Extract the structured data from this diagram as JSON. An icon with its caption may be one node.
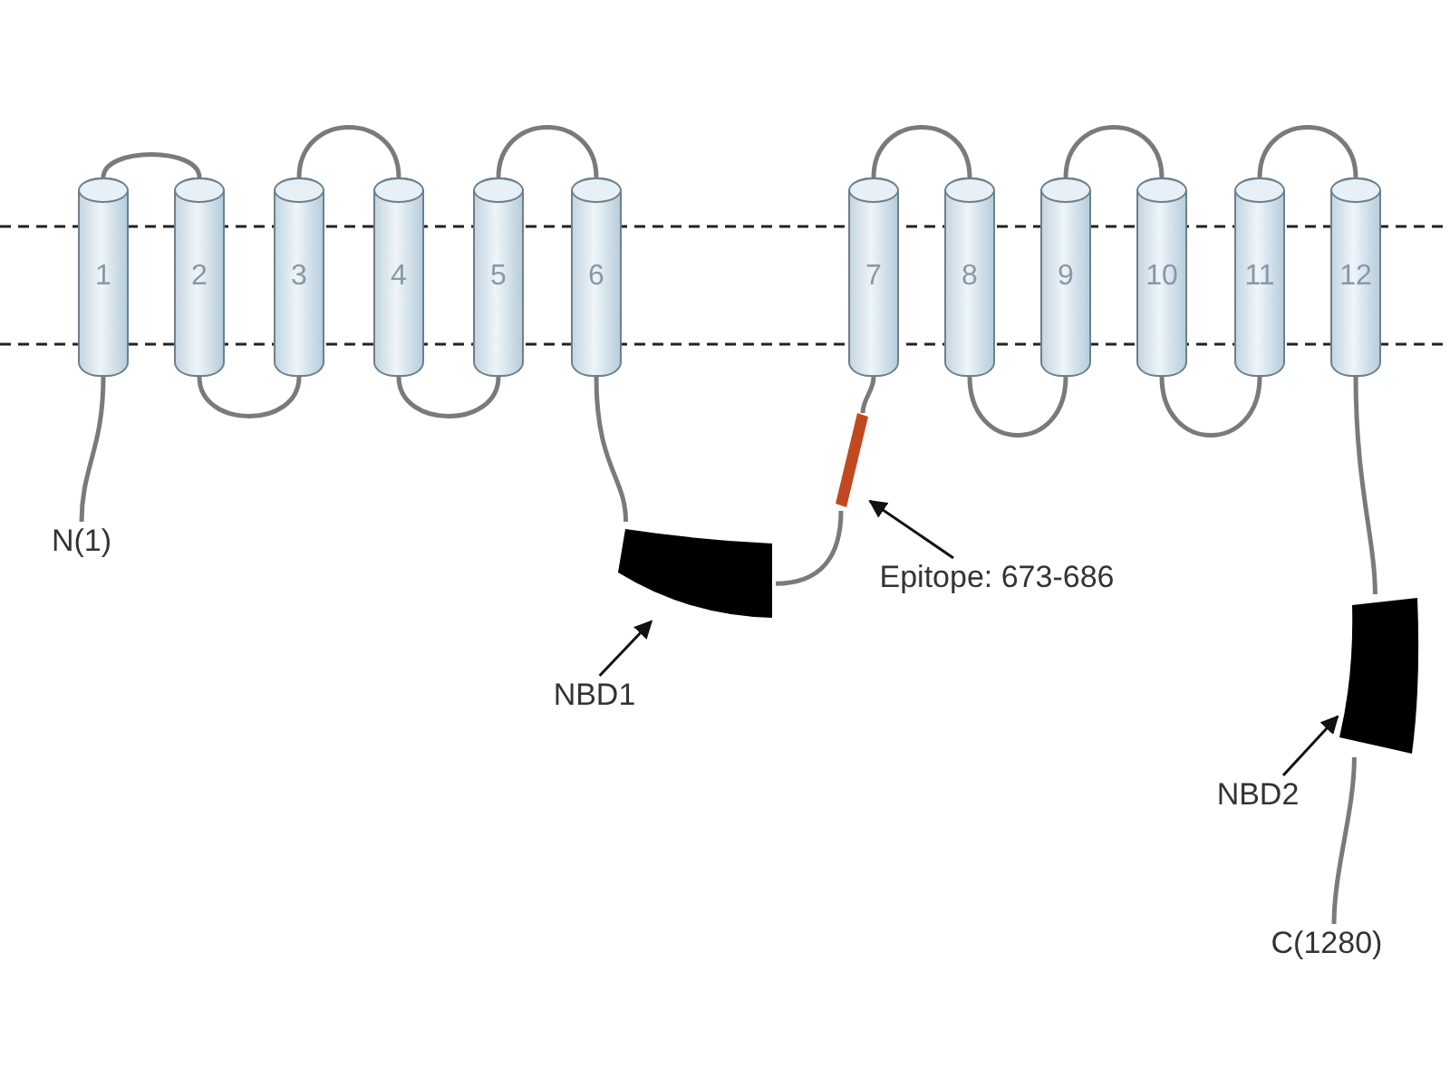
{
  "diagram": {
    "nodes": [
      {
        "text": [
          "1"
        ]
      },
      {
        "text": [
          "2"
        ]
      },
      {
        "text": [
          "3"
        ]
      },
      {
        "text": [
          "4"
        ]
      },
      {
        "text": [
          "5"
        ]
      },
      {
        "text": [
          "6"
        ]
      },
      {
        "text": [
          "7"
        ]
      },
      {
        "text": [
          "8"
        ]
      },
      {
        "text": [
          "9"
        ]
      },
      {
        "text": [
          "10"
        ]
      },
      {
        "text": [
          "11"
        ]
      },
      {
        "text": [
          "12"
        ]
      },
      {
        "text": [
          "N(1)"
        ]
      },
      {
        "text": [],
        "shape": "bar"
      },
      {
        "text": [],
        "shape": "bar"
      },
      {
        "text": [],
        "shape": "bar"
      },
      {
        "text": [
          "C(1280)"
        ]
      },
      {
        "text": [
          "NBD1"
        ]
      },
      {
        "text": [
          "Epitope: 673-686"
        ]
      },
      {
        "text": [
          "NBD2"
        ]
      }
    ],
    "edges": [
      {
        "from": 12,
        "to": 0,
        "arrow": "none"
      },
      {
        "from": 0,
        "to": 1,
        "arrow": "none"
      },
      {
        "from": 1,
        "to": 2,
        "arrow": "none"
      },
      {
        "from": 2,
        "to": 3,
        "arrow": "none"
      },
      {
        "from": 3,
        "to": 4,
        "arrow": "none"
      },
      {
        "from": 4,
        "to": 5,
        "arrow": "none"
      },
      {
        "from": 5,
        "to": 13,
        "arrow": "none"
      },
      {
        "from": 13,
        "to": 14,
        "arrow": "none"
      },
      {
        "from": 14,
        "to": 6,
        "arrow": "none"
      },
      {
        "from": 6,
        "to": 7,
        "arrow": "none"
      },
      {
        "from": 7,
        "to": 8,
        "arrow": "none"
      },
      {
        "from": 8,
        "to": 9,
        "arrow": "none"
      },
      {
        "from": 9,
        "to": 10,
        "arrow": "none"
      },
      {
        "from": 10,
        "to": 11,
        "arrow": "none"
      },
      {
        "from": 11,
        "to": 15,
        "arrow": "none"
      },
      {
        "from": 15,
        "to": 16,
        "arrow": "none"
      },
      {
        "from": 17,
        "to": 13,
        "arrow": "to",
        "color": "#111111"
      },
      {
        "from": 18,
        "to": 14,
        "arrow": "to",
        "color": "#111111"
      },
      {
        "from": 19,
        "to": 15,
        "arrow": "to",
        "color": "#111111"
      }
    ]
  }
}
